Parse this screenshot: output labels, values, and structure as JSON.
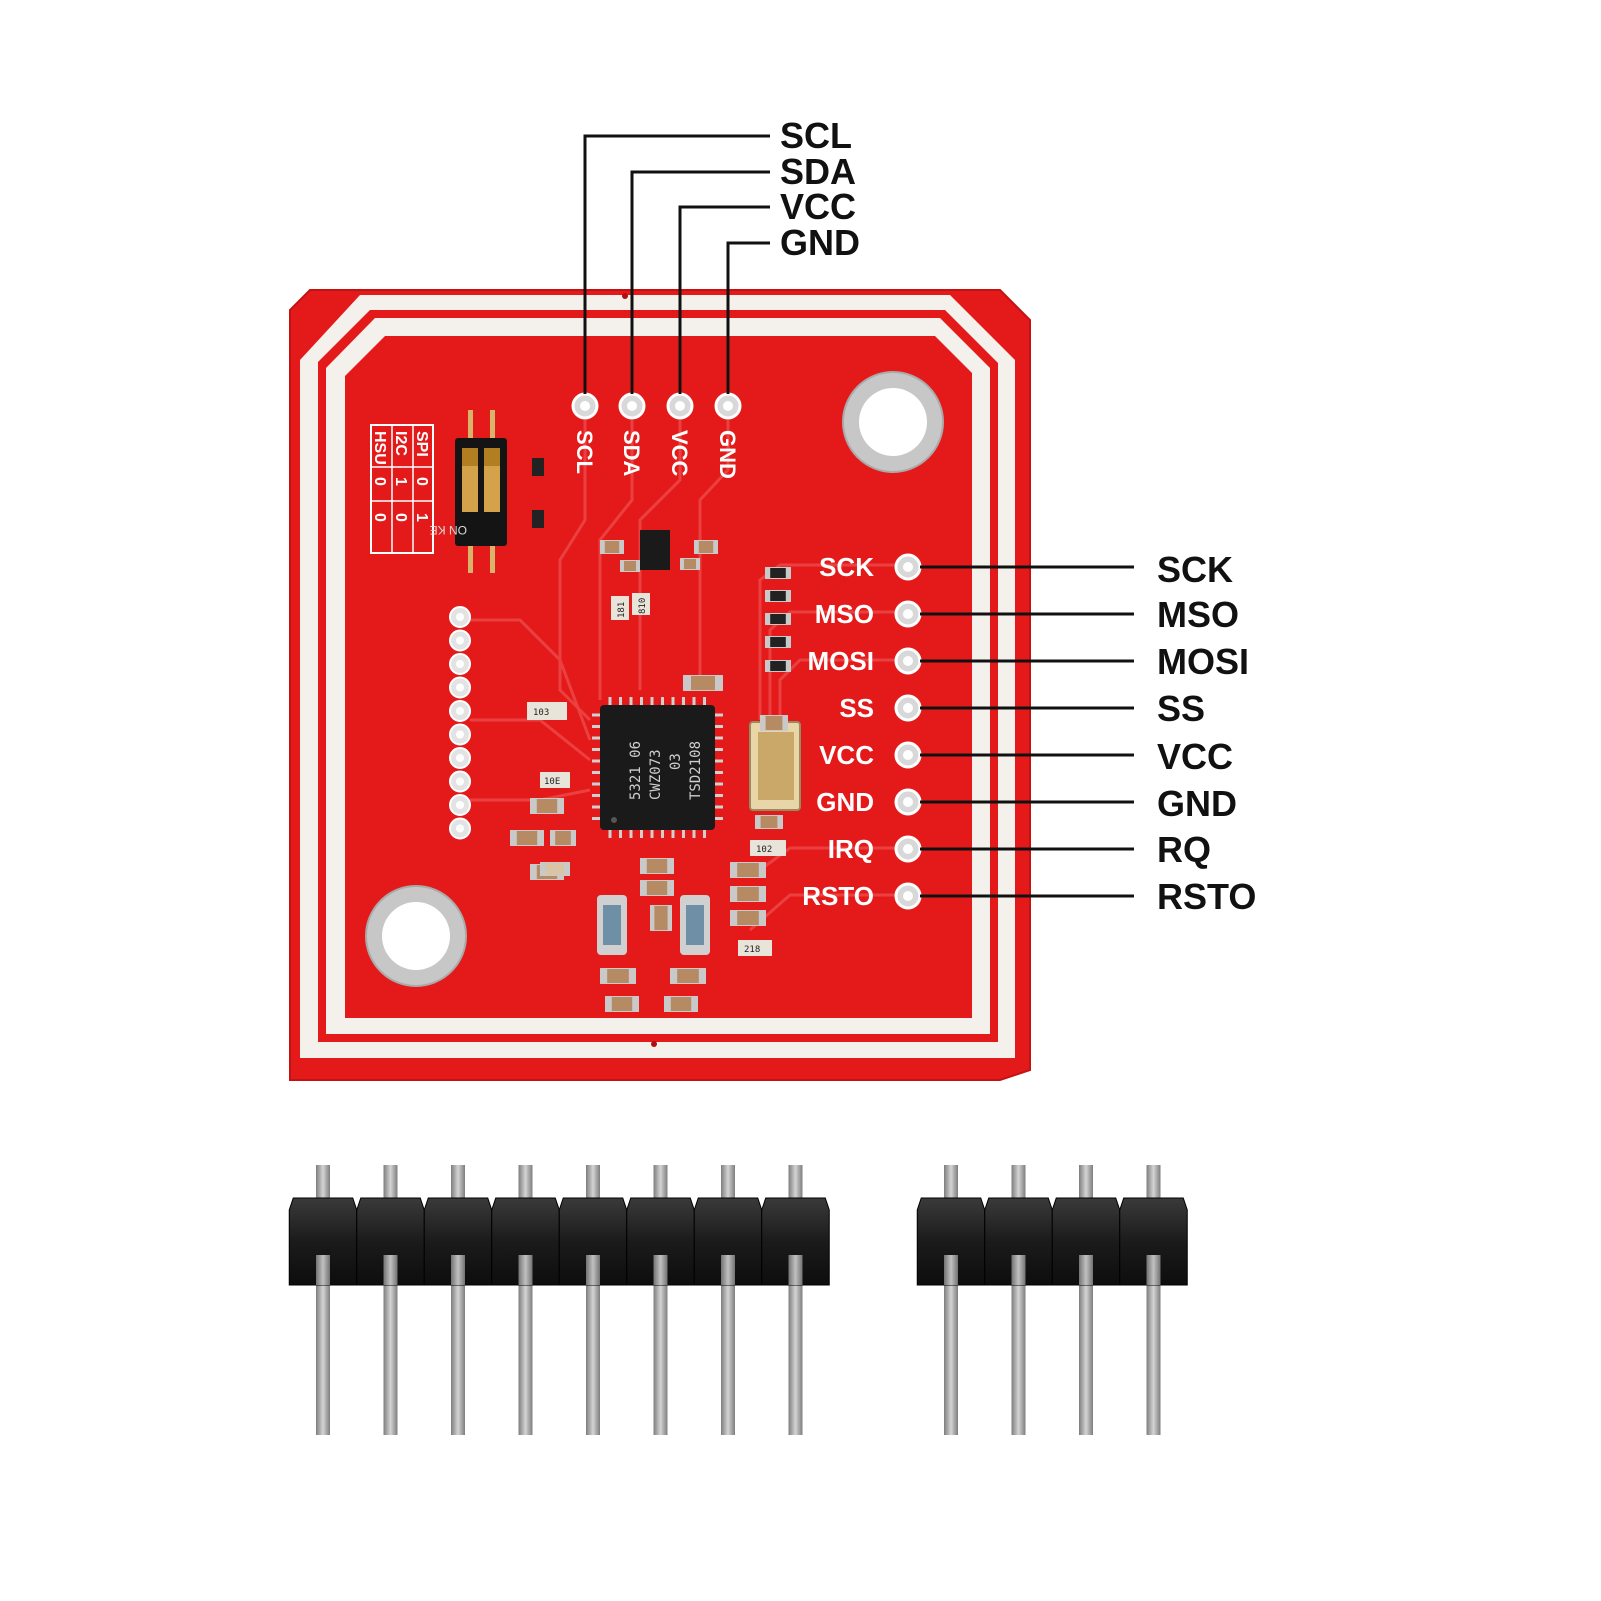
{
  "callouts": {
    "i2c": [
      "SCL",
      "SDA",
      "VCC",
      "GND"
    ],
    "spi": [
      "SCK",
      "MSO",
      "MOSI",
      "SS",
      "VCC",
      "GND",
      "RQ",
      "RSTO"
    ]
  },
  "board": {
    "top_silk": [
      "SCL",
      "SDA",
      "VCC",
      "GND"
    ],
    "right_silk": [
      "SCK",
      "MSO",
      "MOSI",
      "SS",
      "VCC",
      "GND",
      "IRQ",
      "RSTO"
    ],
    "mode_table": {
      "rows": [
        [
          "HSU",
          "0",
          "0"
        ],
        [
          "I2C",
          "1",
          "0"
        ],
        [
          "SPI",
          "0",
          "1"
        ]
      ]
    },
    "dip_switch_label": "ON KE",
    "chip_text": [
      "5321 06",
      "CWZ073",
      "03",
      "TSD2108"
    ],
    "component_codes": [
      "103",
      "10E",
      "102",
      "181",
      "810",
      "218"
    ]
  },
  "headers": {
    "long_pin_count": 8,
    "short_pin_count": 4
  },
  "colors": {
    "pcb_red": "#e41a1a",
    "antenna_white": "#f4f1ec",
    "header_black": "#1d1d1d",
    "pin_silver": "#9b9b9b",
    "callout_text": "#111111"
  }
}
